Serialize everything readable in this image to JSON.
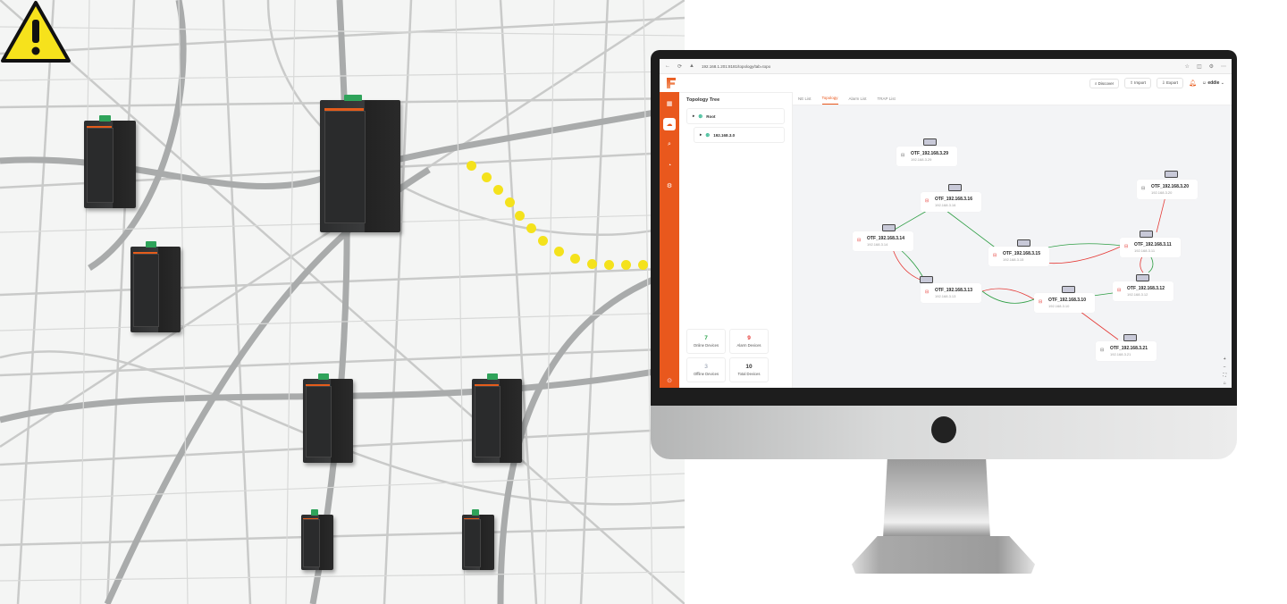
{
  "browser": {
    "url": "192.168.1.201:8181/topology/tab=topo",
    "icons": [
      "back-icon",
      "refresh-icon",
      "warning-icon"
    ]
  },
  "header": {
    "discover_label": "Discover",
    "import_label": "Import",
    "export_label": "Export",
    "user_name": "eddie"
  },
  "rail": {
    "items": [
      "grid-icon",
      "cloud-icon",
      "search-icon",
      "chart-icon",
      "settings-icon"
    ]
  },
  "tree": {
    "title": "Topology Tree",
    "nodes": [
      {
        "label": "Root"
      },
      {
        "label": "192.168.3.0"
      }
    ]
  },
  "stats": {
    "online": {
      "value": "7",
      "label": "Online Devices",
      "color": "#2aa34a"
    },
    "alarm": {
      "value": "9",
      "label": "Alarm Devices",
      "color": "#e53935"
    },
    "offline": {
      "value": "3",
      "label": "Offline Devices",
      "color": "#8a94a6"
    },
    "total": {
      "value": "10",
      "label": "Total Devices",
      "color": "#222222"
    }
  },
  "tabs": [
    {
      "label": "NE List",
      "active": false
    },
    {
      "label": "Topology",
      "active": true
    },
    {
      "label": "Alarm List",
      "active": false
    },
    {
      "label": "TRAP List",
      "active": false
    }
  ],
  "topology": {
    "nodes": [
      {
        "name": "OTF_192.168.3.29",
        "ip": "192.168.3.29",
        "status": "offline"
      },
      {
        "name": "OTF_192.168.3.16",
        "ip": "192.168.3.16",
        "status": "alarm"
      },
      {
        "name": "OTF_192.168.3.20",
        "ip": "192.168.3.20",
        "status": "offline"
      },
      {
        "name": "OTF_192.168.3.14",
        "ip": "192.168.3.14",
        "status": "alarm"
      },
      {
        "name": "OTF_192.168.3.15",
        "ip": "192.168.3.15",
        "status": "alarm"
      },
      {
        "name": "OTF_192.168.3.11",
        "ip": "192.168.3.11",
        "status": "alarm"
      },
      {
        "name": "OTF_192.168.3.13",
        "ip": "192.168.3.13",
        "status": "alarm"
      },
      {
        "name": "OTF_192.168.3.10",
        "ip": "192.168.3.10",
        "status": "alarm"
      },
      {
        "name": "OTF_192.168.3.12",
        "ip": "192.168.3.12",
        "status": "alarm"
      },
      {
        "name": "OTF_192.168.3.21",
        "ip": "192.168.3.21",
        "status": "offline"
      }
    ],
    "colors": {
      "link_up": "#2e9e44",
      "link_down": "#e53935",
      "accent": "#e9581d"
    }
  },
  "zoom_controls": [
    "+",
    "−",
    "⛶",
    "⌂"
  ]
}
